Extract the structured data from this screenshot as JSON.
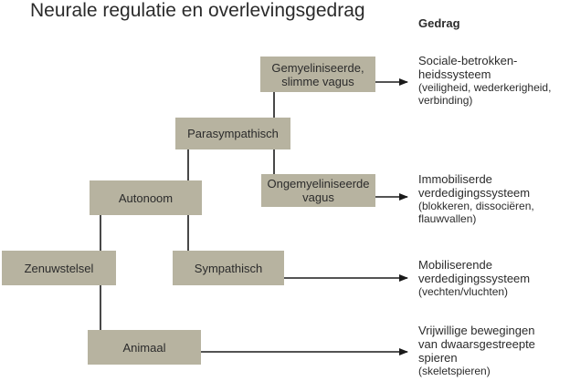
{
  "title": "Neurale regulatie en overlevingsgedrag",
  "column_header": "Gedrag",
  "boxes": {
    "gemyeliniseerde": "Gemyeliniseerde,\nslimme vagus",
    "parasympathisch": "Parasympathisch",
    "ongemyeliniseerde": "Ongemyeliniseerde\nvagus",
    "autonoom": "Autonoom",
    "zenuwstelsel": "Zenuwstelsel",
    "sympathisch": "Sympathisch",
    "animaal": "Animaal"
  },
  "behaviors": {
    "sociaal": {
      "main": "Sociale-betrokken-\nheidssysteem",
      "detail": "(veiligheid, wederkerigheid,\nverbinding)"
    },
    "immobiliserend": {
      "main": "Immobiliserde\nverdedigingssysteem",
      "detail": "(blokkeren, dissociëren,\nflauwvallen)"
    },
    "mobiliserend": {
      "main": "Mobiliserende\nverdedigingssysteem",
      "detail": "(vechten/vluchten)"
    },
    "vrijwillig": {
      "main": "Vrijwillige bewegingen\nvan dwaarsgestreepte\nspieren",
      "detail": "(skeletspieren)"
    }
  },
  "colors": {
    "box_fill": "#b7b3a0",
    "line": "#1a1a1a",
    "text": "#2b2b2b"
  }
}
